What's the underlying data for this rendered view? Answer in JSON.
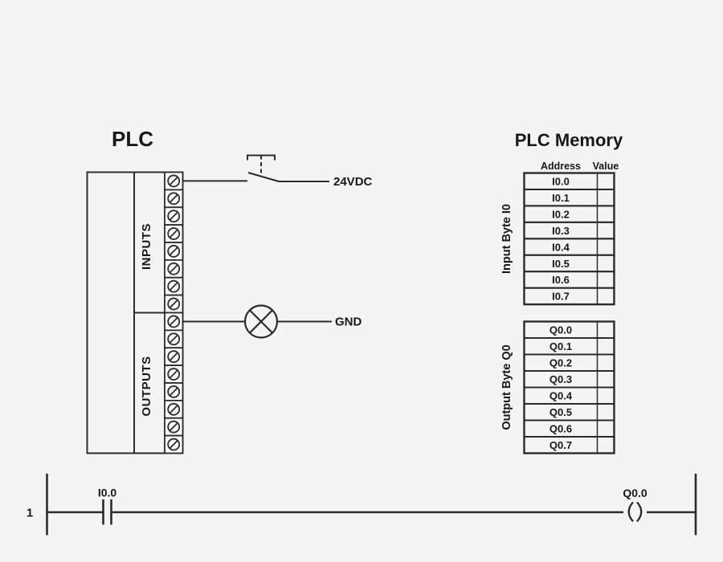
{
  "colors": {
    "background": "#f4f4f4",
    "line": "#2b2b2b",
    "text": "#181818",
    "terminal_fill": "#fcfcfc"
  },
  "plc": {
    "title": "PLC",
    "inputs_label": "INPUTS",
    "outputs_label": "OUTPUTS",
    "input_terminals": 8,
    "output_terminals": 8,
    "input_wire_label": "24VDC",
    "output_wire_label": "GND"
  },
  "memory": {
    "title": "PLC Memory",
    "columns": [
      "Address",
      "Value"
    ],
    "input_byte": {
      "label": "Input Byte I0",
      "rows": [
        {
          "address": "I0.0",
          "value": ""
        },
        {
          "address": "I0.1",
          "value": ""
        },
        {
          "address": "I0.2",
          "value": ""
        },
        {
          "address": "I0.3",
          "value": ""
        },
        {
          "address": "I0.4",
          "value": ""
        },
        {
          "address": "I0.5",
          "value": ""
        },
        {
          "address": "I0.6",
          "value": ""
        },
        {
          "address": "I0.7",
          "value": ""
        }
      ]
    },
    "output_byte": {
      "label": "Output Byte Q0",
      "rows": [
        {
          "address": "Q0.0",
          "value": ""
        },
        {
          "address": "Q0.1",
          "value": ""
        },
        {
          "address": "Q0.2",
          "value": ""
        },
        {
          "address": "Q0.3",
          "value": ""
        },
        {
          "address": "Q0.4",
          "value": ""
        },
        {
          "address": "Q0.5",
          "value": ""
        },
        {
          "address": "Q0.6",
          "value": ""
        },
        {
          "address": "Q0.7",
          "value": ""
        }
      ]
    }
  },
  "ladder": {
    "rung_number": "1",
    "contact_label": "I0.0",
    "coil_label": "Q0.0"
  }
}
